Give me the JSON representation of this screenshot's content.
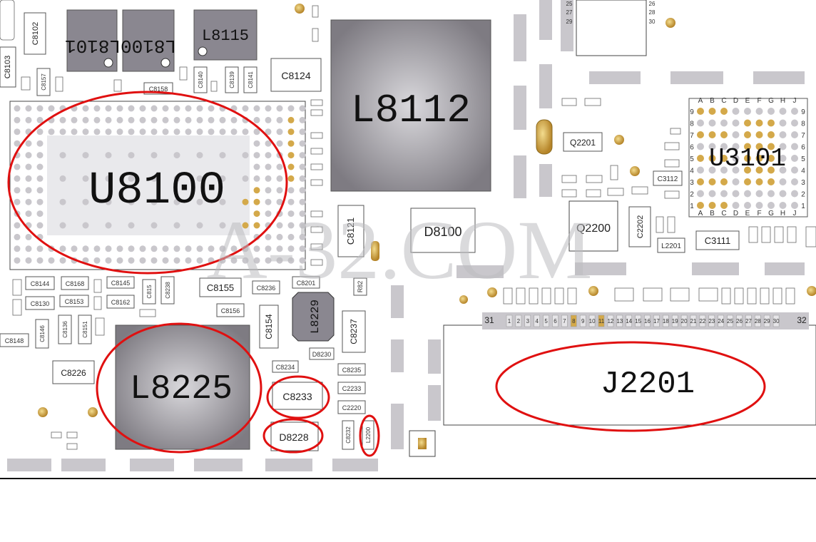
{
  "watermark": "A-32.COM",
  "highlighted": [
    {
      "id": "u8100",
      "label": "U8100"
    },
    {
      "id": "l8225",
      "label": "L8225"
    },
    {
      "id": "j2201",
      "label": "J2201"
    },
    {
      "id": "c8233",
      "label": "C8233"
    },
    {
      "id": "d8228",
      "label": "D8228"
    },
    {
      "id": "l2200",
      "label": "L2200"
    }
  ],
  "components": [
    {
      "id": "l8112",
      "label": "L8112"
    },
    {
      "id": "l8101",
      "label": "L8101"
    },
    {
      "id": "l8100",
      "label": "L8100"
    },
    {
      "id": "l8115",
      "label": "L8115"
    },
    {
      "id": "l8229",
      "label": "L8229"
    },
    {
      "id": "u3101",
      "label": "U3101"
    },
    {
      "id": "q2200",
      "label": "Q2200"
    },
    {
      "id": "q2201",
      "label": "Q2201"
    },
    {
      "id": "d8100",
      "label": "D8100"
    },
    {
      "id": "c8124",
      "label": "C8124"
    },
    {
      "id": "c3111",
      "label": "C3111"
    },
    {
      "id": "c3112",
      "label": "C3112"
    },
    {
      "id": "c8226",
      "label": "C8226"
    },
    {
      "id": "c8155",
      "label": "C8155"
    },
    {
      "id": "c8156",
      "label": "C8156"
    },
    {
      "id": "c8154",
      "label": "C8154"
    },
    {
      "id": "c8237",
      "label": "C8237"
    },
    {
      "id": "c8102",
      "label": "C8102"
    },
    {
      "id": "c8103",
      "label": "C8103"
    },
    {
      "id": "c8121",
      "label": "C8121"
    },
    {
      "id": "c8236",
      "label": "C8236"
    },
    {
      "id": "c8201",
      "label": "C8201"
    },
    {
      "id": "c8234",
      "label": "C8234"
    },
    {
      "id": "c8235",
      "label": "C8235"
    },
    {
      "id": "c2233",
      "label": "C2233"
    },
    {
      "id": "c2220",
      "label": "C2220"
    },
    {
      "id": "c8232",
      "label": "C8232"
    },
    {
      "id": "d8230",
      "label": "D8230"
    },
    {
      "id": "r82",
      "label": "R82"
    },
    {
      "id": "c8144",
      "label": "C8144"
    },
    {
      "id": "c8168",
      "label": "C8168"
    },
    {
      "id": "c8145",
      "label": "C8145"
    },
    {
      "id": "c8130",
      "label": "C8130"
    },
    {
      "id": "c8153",
      "label": "C8153"
    },
    {
      "id": "c8162",
      "label": "C8162"
    },
    {
      "id": "c8148",
      "label": "C8148"
    },
    {
      "id": "c8146",
      "label": "C8146"
    },
    {
      "id": "c8136",
      "label": "C8136"
    },
    {
      "id": "c8151",
      "label": "C8151"
    },
    {
      "id": "c8157",
      "label": "C8157"
    },
    {
      "id": "c8158",
      "label": "C8158"
    },
    {
      "id": "c8140",
      "label": "C8140"
    },
    {
      "id": "c8139",
      "label": "C8139"
    },
    {
      "id": "c8141",
      "label": "C8141"
    },
    {
      "id": "l2201",
      "label": "L2201"
    },
    {
      "id": "c2202",
      "label": "C2202"
    },
    {
      "id": "c815",
      "label": "C815"
    },
    {
      "id": "c8238",
      "label": "C8238"
    }
  ],
  "connector": {
    "pin_start": "31",
    "pin_end": "32",
    "pins": [
      "1",
      "2",
      "3",
      "4",
      "5",
      "6",
      "7",
      "8",
      "9",
      "10",
      "11",
      "12",
      "13",
      "14",
      "15",
      "16",
      "17",
      "18",
      "19",
      "20",
      "21",
      "22",
      "23",
      "24",
      "25",
      "26",
      "27",
      "28",
      "29",
      "30"
    ]
  },
  "bga_u3101": {
    "cols": [
      "A",
      "B",
      "C",
      "D",
      "E",
      "F",
      "G",
      "H",
      "J"
    ],
    "rows": [
      "9",
      "8",
      "7",
      "6",
      "5",
      "4",
      "3",
      "2",
      "1"
    ]
  },
  "top_pins": [
    "25",
    "27",
    "29",
    "26",
    "28",
    "30"
  ],
  "colors": {
    "ring": "#e01010",
    "chip_dark": "#7e7b82",
    "chip_light": "#d9d8dc",
    "pad": "#c9c7cc",
    "gold": "#d4a94a"
  }
}
